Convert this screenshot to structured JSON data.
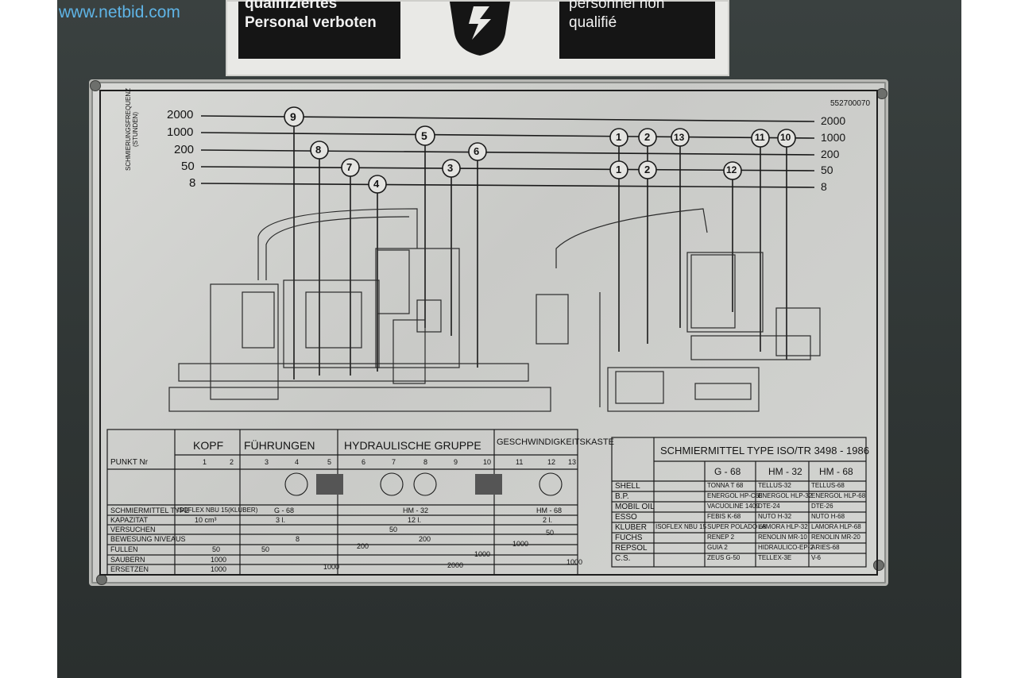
{
  "watermark": "www.netbid.com",
  "warning": {
    "left_line1": "qualifiziertes",
    "left_line2": "Personal verboten",
    "right_line1": "personnel non",
    "right_line2": "qualifié"
  },
  "plate": {
    "serial": "552700070",
    "axis_label_line1": "SCHMIERUNGSFREQUENZ",
    "axis_label_line2": "(STUNDEN)",
    "frequencies": [
      "2000",
      "1000",
      "200",
      "50",
      "8"
    ],
    "markers": [
      "9",
      "8",
      "7",
      "4",
      "5",
      "3",
      "6",
      "1",
      "2",
      "13",
      "11",
      "10",
      "1",
      "2",
      "12"
    ]
  },
  "table1": {
    "groups": [
      "KOPF",
      "FÜHRUNGEN",
      "HYDRAULISCHE GRUPPE",
      "GESCHWINDIGKEITSKASTE"
    ],
    "punkt_label": "PUNKT Nr",
    "points": [
      "1",
      "2",
      "3",
      "4",
      "5",
      "6",
      "7",
      "8",
      "9",
      "10",
      "11",
      "12",
      "13"
    ],
    "rows": [
      {
        "label": "SCHMIERMITTEL TYPE",
        "values": [
          "ISOFLEX NBU 15(KLUBER)",
          "G - 68",
          "HM - 32",
          "HM - 68"
        ]
      },
      {
        "label": "KAPAZITAT",
        "values": [
          "10 cm³",
          "3 l.",
          "12 l.",
          "2 l."
        ]
      },
      {
        "label": "VERSUCHEN",
        "values": [
          "50"
        ]
      },
      {
        "label": "BEWESUNG NIVEAUS",
        "values": [
          "8",
          "200",
          "50"
        ]
      },
      {
        "label": "FULLEN",
        "values": [
          "50",
          "50",
          "200",
          "1000"
        ]
      },
      {
        "label": "SAUBERN",
        "values": [
          "1000",
          "1000"
        ]
      },
      {
        "label": "ERSETZEN",
        "values": [
          "1000",
          "1000",
          "2000",
          "1000"
        ]
      }
    ]
  },
  "table2": {
    "title": "SCHMIERMITTEL TYPE ISO/TR 3498 - 1986",
    "headers": [
      "G - 68",
      "HM - 32",
      "HM - 68"
    ],
    "rows": [
      {
        "brand": "SHELL",
        "extra": "",
        "values": [
          "TONNA T 68",
          "TELLUS-32",
          "TELLUS-68"
        ]
      },
      {
        "brand": "B.P.",
        "extra": "",
        "values": [
          "ENERGOL HP-C68",
          "ENERGOL HLP-32",
          "ENERGOL HLP-68"
        ]
      },
      {
        "brand": "MOBIL OIL",
        "extra": "",
        "values": [
          "VACUOLINE 1409",
          "DTE-24",
          "DTE-26"
        ]
      },
      {
        "brand": "ESSO",
        "extra": "",
        "values": [
          "FEBIS K-68",
          "NUTO H-32",
          "NUTO H-68"
        ]
      },
      {
        "brand": "KLUBER",
        "extra": "ISOFLEX NBU 15",
        "values": [
          "SUPER POLADO 68",
          "LAMORA HLP-32",
          "LAMORA HLP-68"
        ]
      },
      {
        "brand": "FUCHS",
        "extra": "",
        "values": [
          "RENEP 2",
          "RENOLIN MR-10",
          "RENOLIN MR-20"
        ]
      },
      {
        "brand": "REPSOL",
        "extra": "",
        "values": [
          "GUIA 2",
          "HIDRAULICO-EP-2",
          "ARIES-68"
        ]
      },
      {
        "brand": "C.S.",
        "extra": "",
        "values": [
          "ZEUS G-50",
          "TELLEX-3E",
          "V-6"
        ]
      }
    ]
  }
}
